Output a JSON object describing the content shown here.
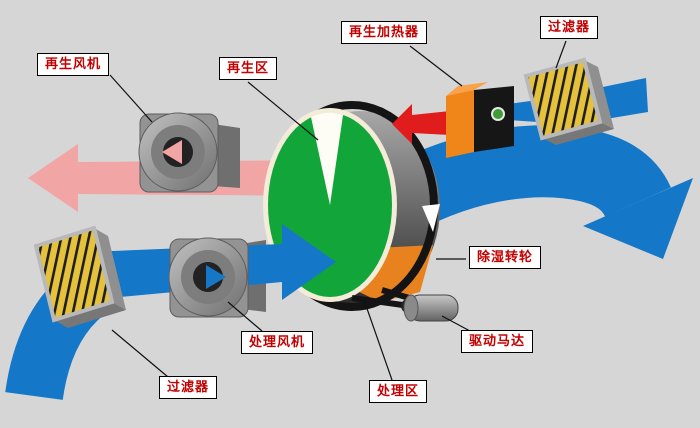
{
  "diagram": {
    "type": "desiccant-wheel-dehumidifier-schematic",
    "labels": [
      {
        "id": "regen-fan",
        "text": "再生风机"
      },
      {
        "id": "regen-zone",
        "text": "再生区"
      },
      {
        "id": "regen-heater",
        "text": "再生加热器"
      },
      {
        "id": "filter-top",
        "text": "过滤器"
      },
      {
        "id": "dehumid-wheel",
        "text": "除湿转轮"
      },
      {
        "id": "drive-motor",
        "text": "驱动马达"
      },
      {
        "id": "process-zone",
        "text": "处理区"
      },
      {
        "id": "process-fan",
        "text": "处理风机"
      },
      {
        "id": "filter-bottom",
        "text": "过滤器"
      }
    ],
    "colors": {
      "background": "#d6d6d6",
      "process_air_blue": "#1577c8",
      "regen_exhaust_pink": "#f2a5a5",
      "hot_air_red": "#e11c1c",
      "wheel_face_green": "#12a53a",
      "wheel_sector_white": "#fdfdf5",
      "wheel_rim_orange": "#e8821e",
      "heater_orange": "#f08519",
      "filter_yellow": "#e6c23c",
      "label_text_red": "#c40000"
    }
  }
}
